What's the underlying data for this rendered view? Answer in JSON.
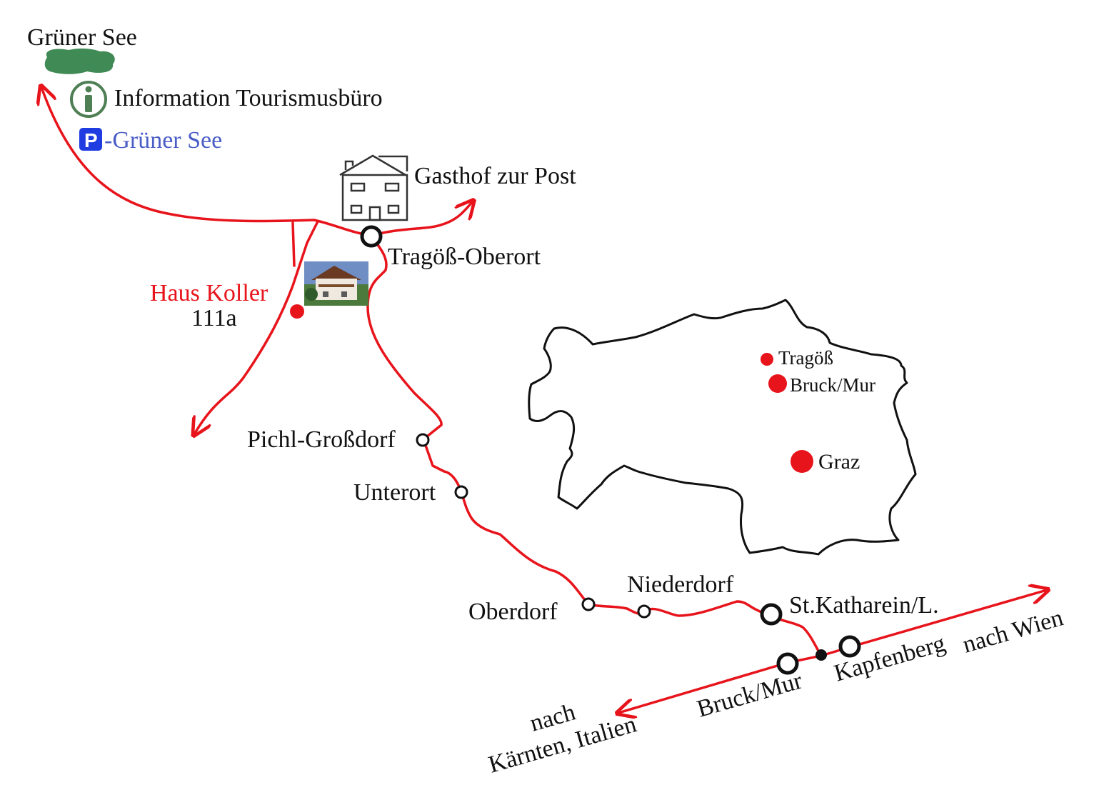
{
  "title_lake": "Grüner See",
  "info": {
    "icon": "information-icon",
    "label": "Information Tourismusbüro"
  },
  "parking": {
    "icon": "parking-icon",
    "label": "-Grüner See"
  },
  "guesthouse": {
    "icon": "house-icon",
    "label": "Gasthof zur Post"
  },
  "haus_koller": {
    "name": "Haus Koller",
    "number": "111a"
  },
  "stops": {
    "tragoess_oberort": "Tragöß-Oberort",
    "pichl_grossdorf": "Pichl-Großdorf",
    "unterort": "Unterort",
    "oberdorf": "Oberdorf",
    "niederdorf": "Niederdorf",
    "st_katharein": "St.Katharein/L.",
    "bruck_mur": "Bruck/Mur",
    "kapfenberg": "Kapfenberg"
  },
  "directions": {
    "wien": "nach Wien",
    "kaernten_line1": "nach",
    "kaernten_line2": "Kärnten, Italien"
  },
  "inset": {
    "places": [
      {
        "name": "Tragöß"
      },
      {
        "name": "Bruck/Mur"
      },
      {
        "name": "Graz"
      }
    ]
  },
  "colors": {
    "route": "#e8141c",
    "lake": "#3f8a55",
    "info": "#4f7f55",
    "parking": "#1f3de0",
    "parking_text": "#4a5ec6",
    "haus_koller": "#e8141c"
  }
}
